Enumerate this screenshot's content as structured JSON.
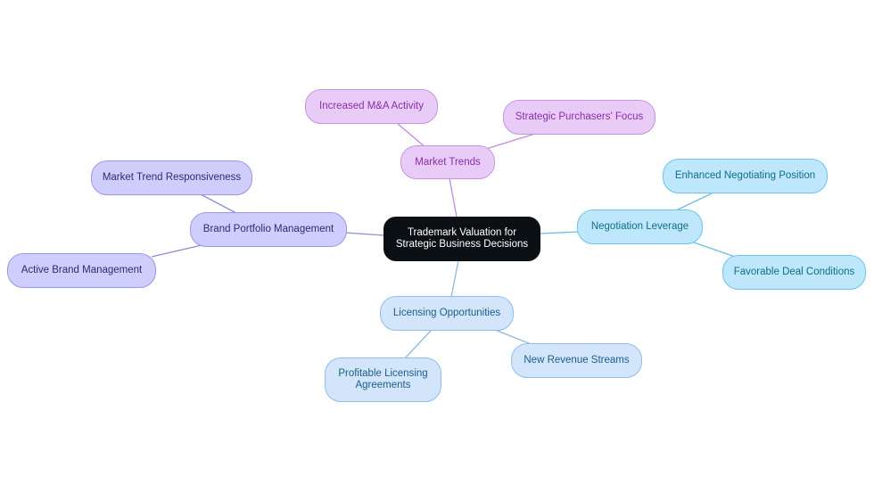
{
  "diagram": {
    "center": {
      "label_line1": "Trademark Valuation for",
      "label_line2": "Strategic Business Decisions"
    },
    "market_trends": {
      "label": "Market Trends",
      "children": [
        "Increased M&A Activity",
        "Strategic Purchasers' Focus"
      ]
    },
    "brand_portfolio": {
      "label": "Brand Portfolio Management",
      "children": [
        "Market Trend Responsiveness",
        "Active Brand Management"
      ]
    },
    "negotiation": {
      "label": "Negotiation Leverage",
      "children": [
        "Enhanced Negotiating Position",
        "Favorable Deal Conditions"
      ]
    },
    "licensing": {
      "label": "Licensing Opportunities",
      "children": [
        "New Revenue Streams",
        "Profitable Licensing",
        "Agreements"
      ]
    },
    "colors": {
      "market_trends_edge": "#c08ad8",
      "brand_portfolio_edge": "#8d8bd6",
      "negotiation_edge": "#6cbde0",
      "licensing_edge": "#8fb6de"
    }
  }
}
